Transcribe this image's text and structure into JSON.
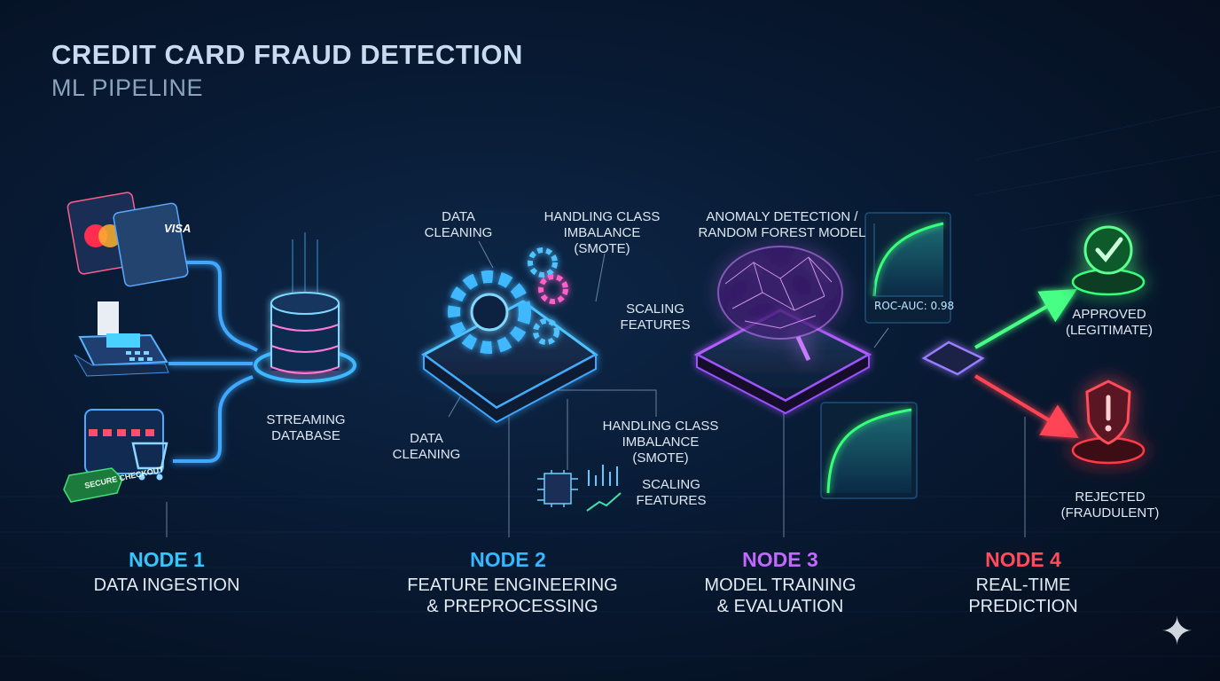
{
  "header": {
    "title": "CREDIT CARD FRAUD DETECTION",
    "subtitle": "ML PIPELINE"
  },
  "sources": {
    "card1": "mastercard",
    "card2": "VISA",
    "shop_badge": "SECURE CHECKOUT"
  },
  "database_label": "STREAMING\nDATABASE",
  "node2_labels": {
    "data_cleaning_top": "DATA\nCLEANING",
    "imbalance_top": "HANDLING CLASS\nIMBALANCE\n(SMOTE)",
    "scaling_mid": "SCALING\nFEATURES",
    "data_cleaning_bottom": "DATA\nCLEANING",
    "imbalance_bottom": "HANDLING CLASS\nIMBALANCE\n(SMOTE)",
    "scaling_bottom": "SCALING\nFEATURES"
  },
  "node3_labels": {
    "model": "ANOMALY DETECTION /\nRANDOM FOREST MODEL",
    "roc_auc": "ROC-AUC: 0.98"
  },
  "outcomes": {
    "approved": "APPROVED\n(LEGITIMATE)",
    "rejected": "REJECTED\n(FRAUDULENT)"
  },
  "nodes": [
    {
      "num": "NODE 1",
      "desc": "DATA INGESTION",
      "color": "#35c6ff"
    },
    {
      "num": "NODE 2",
      "desc": "FEATURE ENGINEERING\n& PREPROCESSING",
      "color": "#35b8ff"
    },
    {
      "num": "NODE 3",
      "desc": "MODEL TRAINING\n& EVALUATION",
      "color": "#c267ff"
    },
    {
      "num": "NODE 4",
      "desc": "REAL-TIME\nPREDICTION",
      "color": "#ff4b5a"
    }
  ],
  "colors": {
    "blue": "#3fb8ff",
    "purple": "#b45cff",
    "green": "#38ff7a",
    "red": "#ff3b4a"
  },
  "icons": [
    "credit-card-icon",
    "pos-terminal-icon",
    "shopping-cart-icon",
    "database-icon",
    "gear-icon",
    "brain-icon",
    "checkmark-icon",
    "warning-shield-icon",
    "roc-chart-icon",
    "sparkle-icon"
  ]
}
